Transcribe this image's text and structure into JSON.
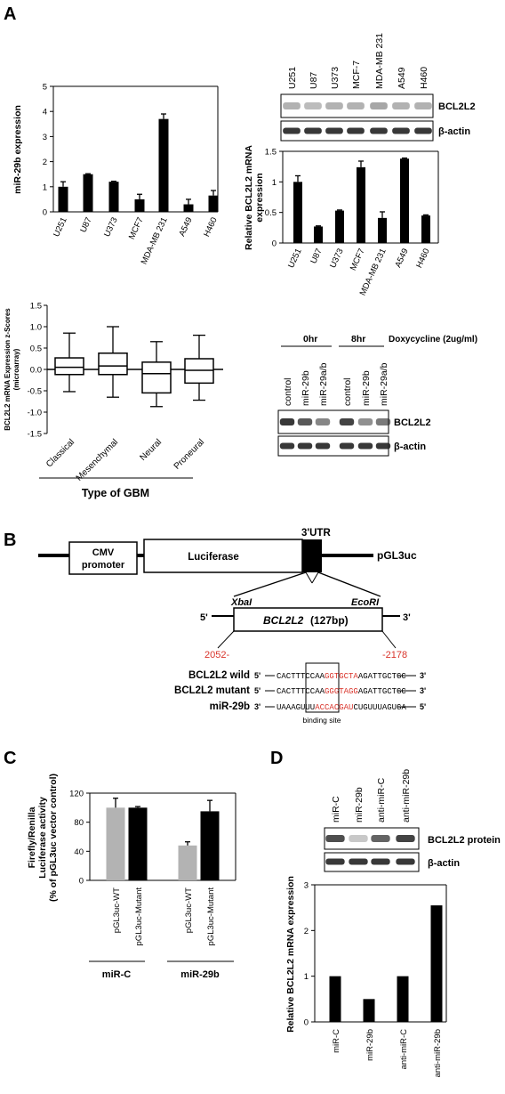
{
  "panel_labels": {
    "a": "A",
    "b": "B",
    "c": "C",
    "d": "D"
  },
  "colors": {
    "bar": "#000000",
    "bar_light": "#b3b3b3",
    "accent_red": "#d9342b",
    "band_dark": "#222222"
  },
  "chart_data": [
    {
      "id": "mir29b",
      "type": "bar",
      "categories": [
        "U251",
        "U87",
        "U373",
        "MCF7",
        "MDA-MB 231",
        "A549",
        "H460"
      ],
      "values": [
        1.0,
        1.5,
        1.2,
        0.5,
        3.7,
        0.3,
        0.65
      ],
      "errors": [
        0.2,
        0.02,
        0.02,
        0.2,
        0.2,
        0.2,
        0.2
      ],
      "ylabel": "miR-29b expression",
      "ylim": [
        0,
        5
      ],
      "yticks": [
        "0",
        "1",
        "2",
        "3",
        "4",
        "5"
      ]
    },
    {
      "id": "bcl2l2_mrna",
      "type": "bar",
      "categories": [
        "U251",
        "U87",
        "U373",
        "MCF7",
        "MDA-MB 231",
        "A549",
        "H460"
      ],
      "values": [
        1.0,
        0.27,
        0.53,
        1.24,
        0.41,
        1.38,
        0.45
      ],
      "errors": [
        0.1,
        0.01,
        0.01,
        0.1,
        0.1,
        0.01,
        0.01
      ],
      "ylabel": "Relative BCL2L2 mRNA expression",
      "ylim": [
        0,
        1.5
      ],
      "yticks": [
        "0",
        "0.5",
        "1",
        "1.5"
      ]
    },
    {
      "id": "gbm_box",
      "type": "box",
      "categories": [
        "Classical",
        "Mesenchymal",
        "Neural",
        "Proneural"
      ],
      "boxes": [
        {
          "min": -0.52,
          "q1": -0.12,
          "median": 0.05,
          "q3": 0.27,
          "max": 0.85
        },
        {
          "min": -0.65,
          "q1": -0.12,
          "median": 0.08,
          "q3": 0.38,
          "max": 1.0
        },
        {
          "min": -0.87,
          "q1": -0.55,
          "median": -0.1,
          "q3": 0.17,
          "max": 0.65
        },
        {
          "min": -0.72,
          "q1": -0.32,
          "median": -0.02,
          "q3": 0.25,
          "max": 0.8
        }
      ],
      "ylabel": "BCL2L2 mRNA Expression z-Scores (microarray)",
      "ylim": [
        -1.5,
        1.5
      ],
      "yticks": [
        "-1.5",
        "-1.0",
        "-0.5",
        "0.0",
        "0.5",
        "1.0",
        "1.5"
      ],
      "xlabel": "Type of GBM"
    },
    {
      "id": "luciferase",
      "type": "bar",
      "groups": [
        "miR-C",
        "miR-29b"
      ],
      "categories": [
        "pGL3uc-WT",
        "pGL3uc-Mutant",
        "pGL3uc-WT",
        "pGL3uc-Mutant"
      ],
      "values": [
        100,
        100,
        48,
        95
      ],
      "errors": [
        13,
        1.5,
        5,
        15
      ],
      "ylabel": "Firefly/Renilla Luciferase activity (% of pGL3uc vector control)",
      "ylim": [
        0,
        120
      ],
      "yticks": [
        "0",
        "40",
        "80",
        "120"
      ]
    },
    {
      "id": "bcl2l2_mrna_d",
      "type": "bar",
      "categories": [
        "miR-C",
        "miR-29b",
        "anti-miR-C",
        "anti-miR-29b"
      ],
      "values": [
        1.0,
        0.5,
        1.0,
        2.55
      ],
      "ylabel": "Relative BCL2L2 mRNA expression",
      "ylim": [
        0,
        3
      ],
      "yticks": [
        "0",
        "1",
        "2",
        "3"
      ]
    }
  ],
  "blot_a1": {
    "lanes": [
      "U251",
      "U87",
      "U373",
      "MCF-7",
      "MDA-MB 231",
      "A549",
      "H460"
    ],
    "row1": "BCL2L2",
    "row2": "β-actin",
    "intensity1": [
      0.35,
      0.3,
      0.35,
      0.35,
      0.4,
      0.35,
      0.35
    ]
  },
  "blot_a2": {
    "time1": "0hr",
    "time2": "8hr",
    "treatment": "Doxycycline (2ug/ml)",
    "lanes": [
      "control",
      "miR-29b",
      "miR-29a/b",
      "control",
      "miR-29b",
      "miR-29a/b"
    ],
    "row1": "BCL2L2",
    "row2": "β-actin",
    "intensity1": [
      0.9,
      0.75,
      0.55,
      0.85,
      0.5,
      0.6
    ]
  },
  "blot_d": {
    "lanes": [
      "miR-C",
      "miR-29b",
      "anti-miR-C",
      "anti-miR-29b"
    ],
    "row1": "BCL2L2 protein",
    "row2": "β-actin",
    "intensity1": [
      0.8,
      0.25,
      0.7,
      0.85
    ]
  },
  "construct": {
    "cmv": "CMV",
    "promoter": "promoter",
    "luciferase": "Luciferase",
    "utr": "3'UTR",
    "vector": "pGL3uc",
    "xbal": "XbaI",
    "ecori": "EcoRI",
    "five": "5'",
    "three": "3'",
    "gene": "BCL2L2",
    "gene_len": "(127bp)",
    "pos_start": "2052-",
    "pos_end": "-2178",
    "seqs": [
      {
        "label": "BCL2L2 wild",
        "pre": "CACTTTCCAA",
        "site": "GGTGCTA",
        "post": "AGATTGCTGC"
      },
      {
        "label": "BCL2L2 mutant",
        "pre": "CACTTTCCAA",
        "site": "GGGTAGG",
        "post": "AGATTGCTGC"
      },
      {
        "label": "miR-29b",
        "pre": "UAAAGUUU",
        "site": "ACCACGAU",
        "post": "CUGUUUAGUGA"
      }
    ],
    "binding": "binding site"
  }
}
